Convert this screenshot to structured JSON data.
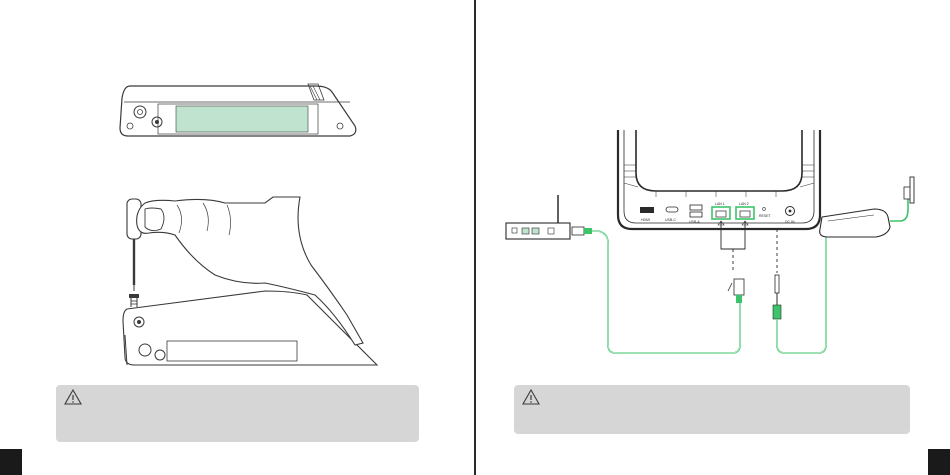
{
  "colors": {
    "background": "#ffffff",
    "line": "#3a3a3a",
    "ssd_fill": "#bfe3cf",
    "cable_green": "#3cc46a",
    "note_bg": "#d6d6d6",
    "corner_tab": "#1a1a1a"
  },
  "icons": {
    "warning": "warning-triangle-icon"
  },
  "right_page": {
    "ports": {
      "hdmi": "HDMI",
      "usb_c": "USB-C",
      "usb_a": "USB-A",
      "lan1": "LAN 1",
      "lan2": "LAN 2",
      "reset": "RESET",
      "dc_in": "DC IN"
    }
  }
}
